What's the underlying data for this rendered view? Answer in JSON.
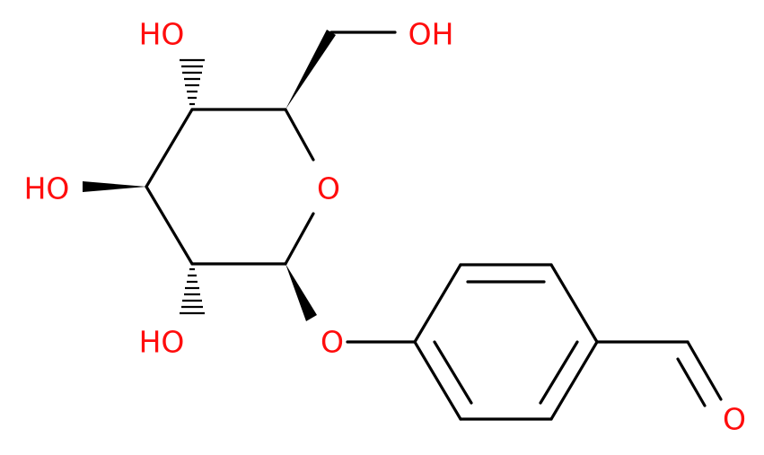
{
  "molecule": {
    "atoms": {
      "oh_top_left": "HO",
      "oh_top_right": "OH",
      "oh_left": "HO",
      "oh_bottom_left": "HO",
      "ring_oxygen": "O",
      "ether_oxygen": "O",
      "aldehyde_oxygen": "O"
    }
  },
  "colors": {
    "heteroatom": "#ff0d0d",
    "bond": "#000000",
    "background": "#ffffff"
  }
}
